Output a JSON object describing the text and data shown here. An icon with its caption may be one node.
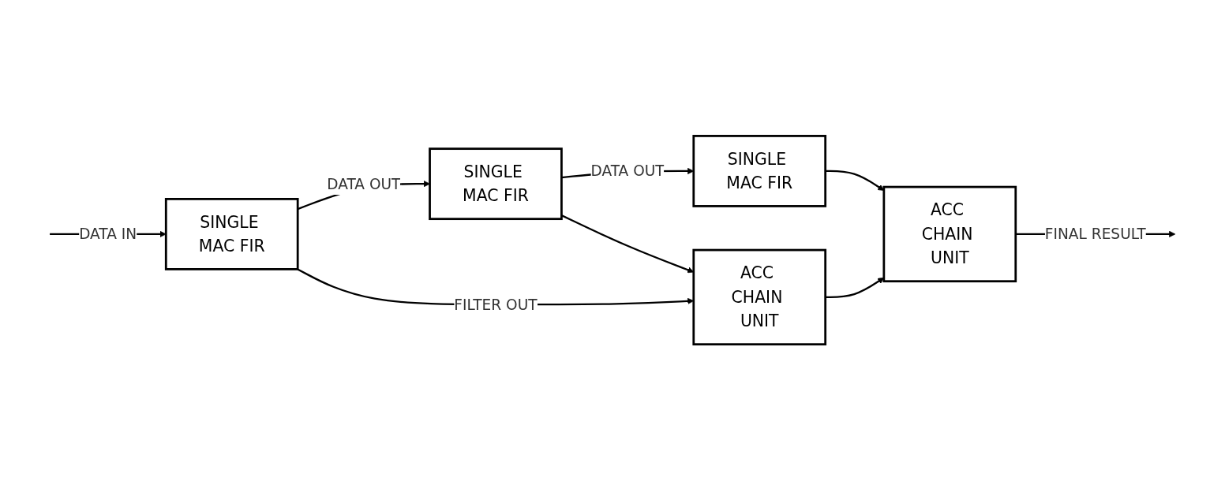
{
  "diagram": {
    "nodes": [
      {
        "text": [
          "SINGLE MAC FIR"
        ]
      },
      {
        "text": [
          "SINGLE MAC FIR"
        ]
      },
      {
        "text": [
          "SINGLE MAC FIR"
        ]
      },
      {
        "text": [
          "ACC CHAIN UNIT"
        ]
      },
      {
        "text": [
          "ACC CHAIN UNIT"
        ]
      }
    ],
    "edges": [
      {
        "from": null,
        "to": 0,
        "arrow": "to",
        "label": "DATA IN"
      },
      {
        "from": 0,
        "to": 1,
        "arrow": "to",
        "label": "DATA OUT"
      },
      {
        "from": 1,
        "to": 2,
        "arrow": "to",
        "label": "DATA OUT"
      },
      {
        "from": 0,
        "to": 3,
        "arrow": "to",
        "label": "FILTER OUT"
      },
      {
        "from": 1,
        "to": 3,
        "arrow": "to"
      },
      {
        "from": 2,
        "to": 4,
        "arrow": "to"
      },
      {
        "from": 3,
        "to": 4,
        "arrow": "to"
      },
      {
        "from": 4,
        "to": null,
        "arrow": "to",
        "label": "FINAL RESULT"
      }
    ]
  }
}
